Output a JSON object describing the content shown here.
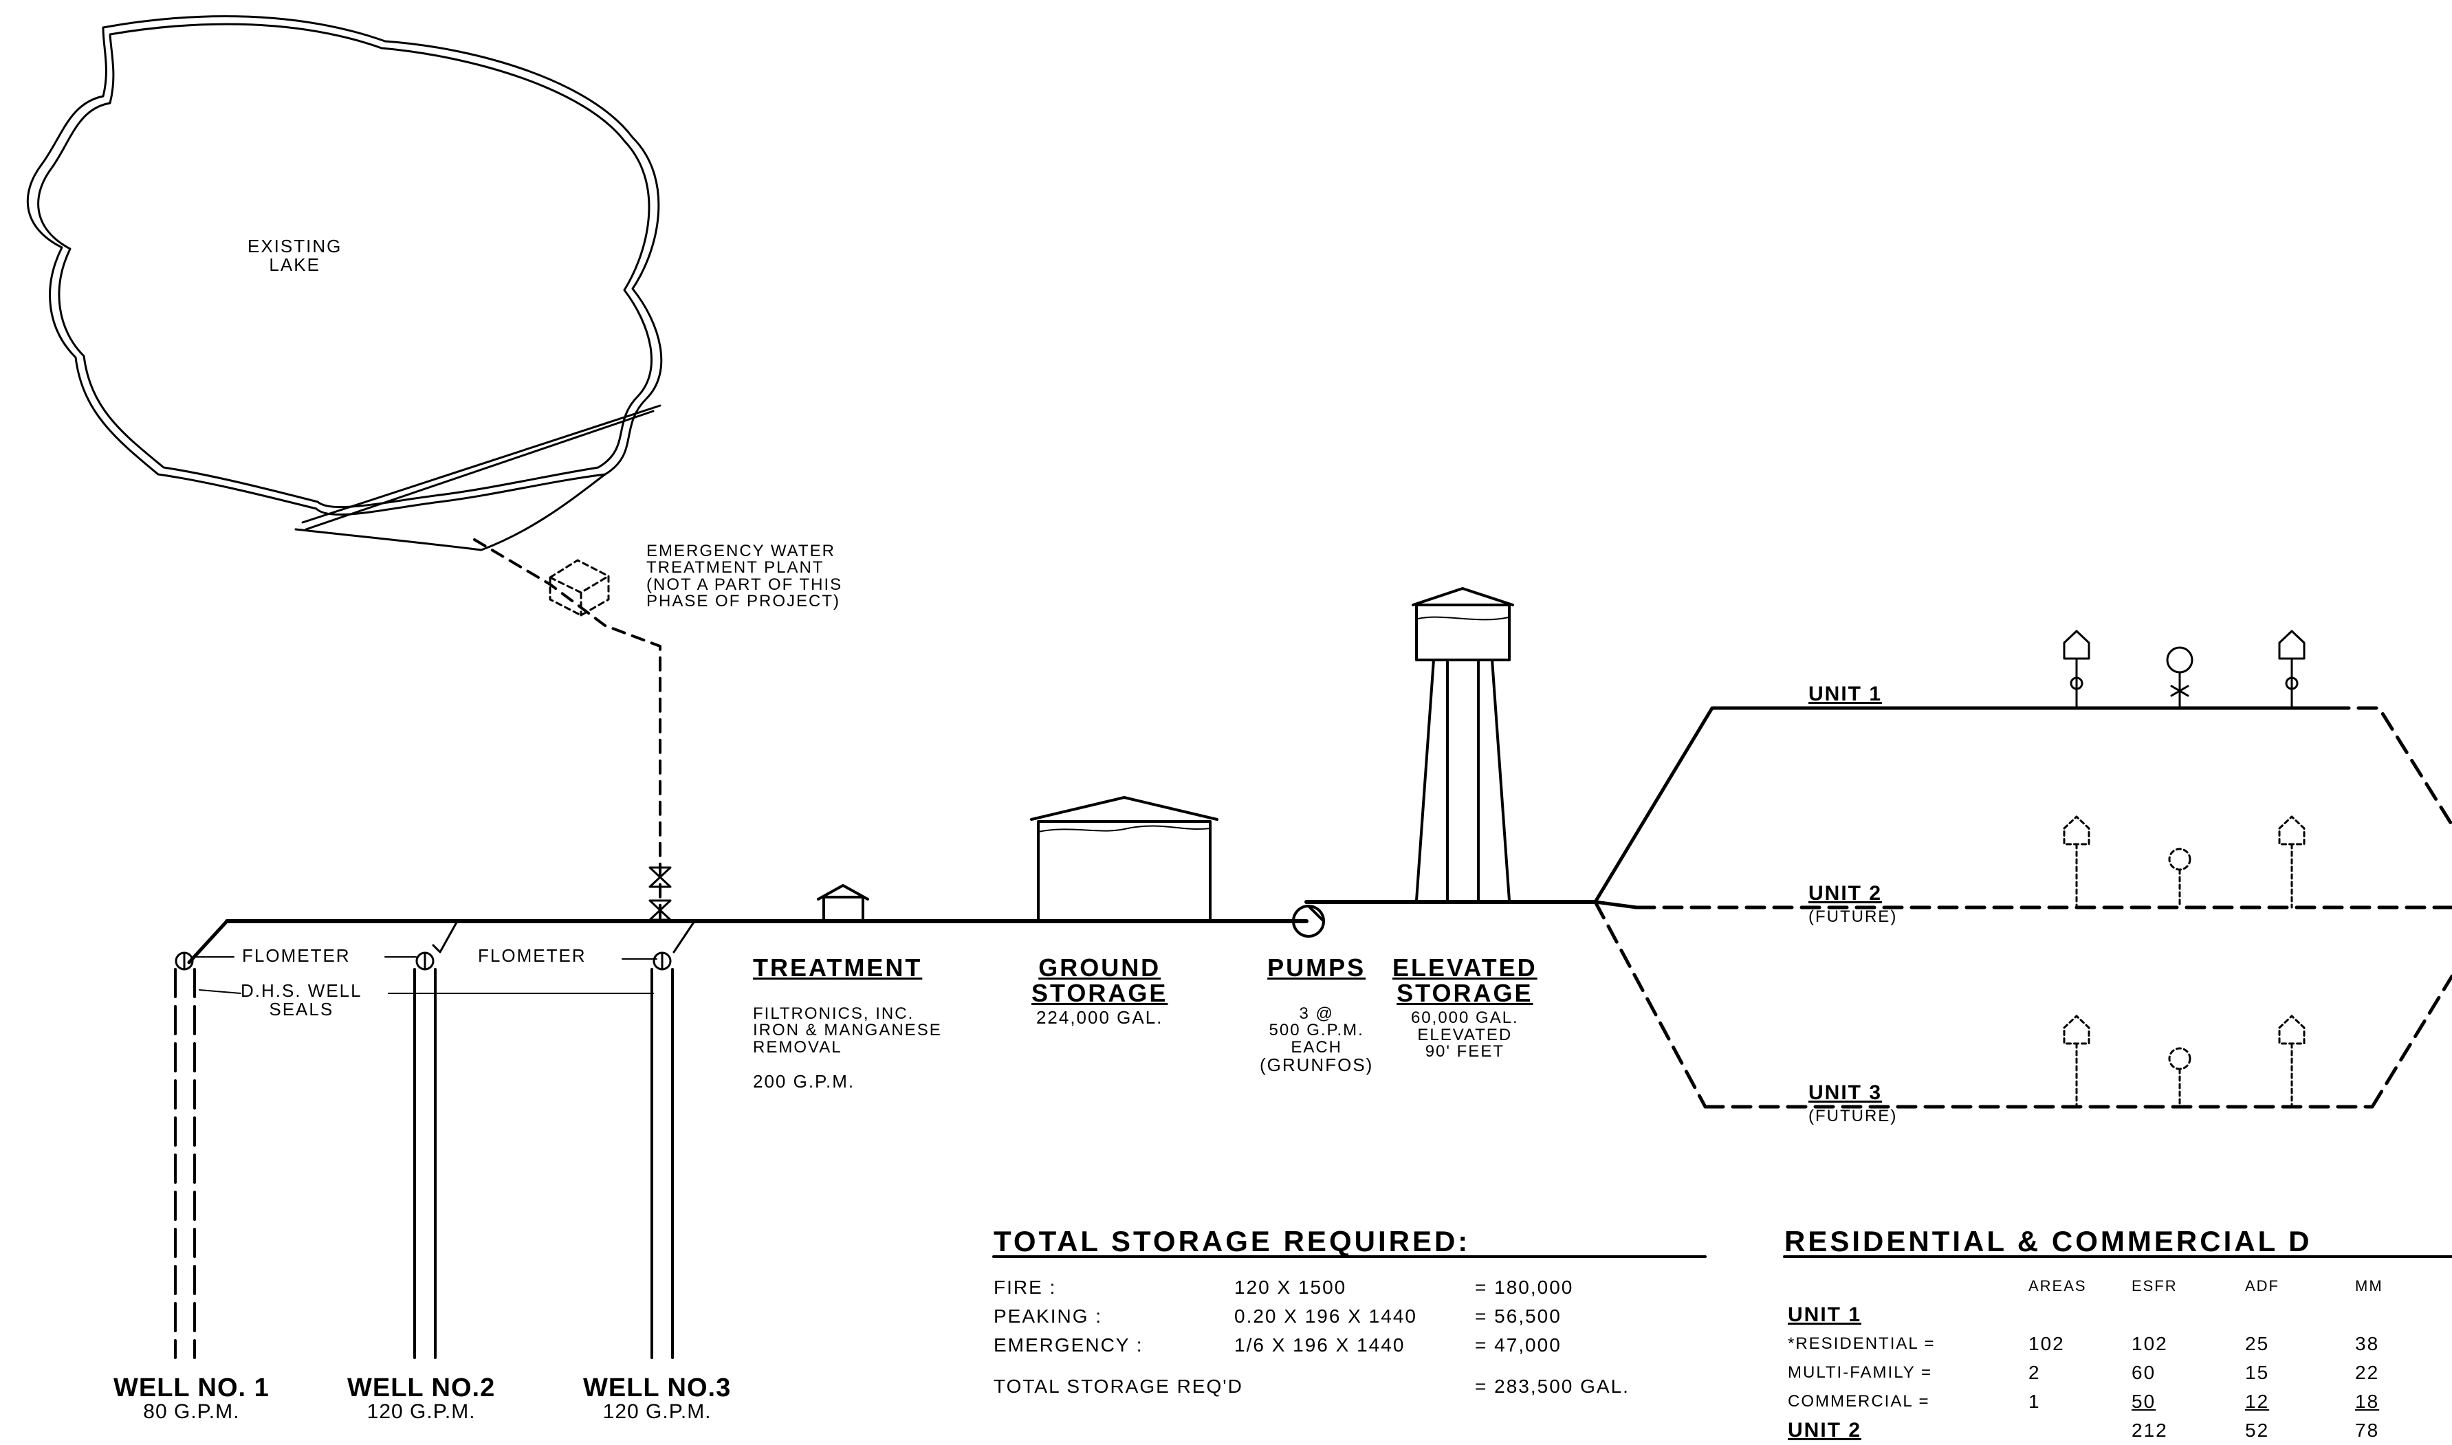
{
  "lake": {
    "label": [
      "EXISTING",
      "LAKE"
    ]
  },
  "emergency_plant": {
    "lines": [
      "EMERGENCY WATER",
      "TREATMENT PLANT",
      "(NOT A PART OF THIS",
      "PHASE OF PROJECT)"
    ]
  },
  "flometer_label": "FLOMETER",
  "dhs_seals": [
    "D.H.S. WELL",
    "SEALS"
  ],
  "wells": [
    {
      "name": "WELL NO. 1",
      "gpm": "80 G.P.M."
    },
    {
      "name": "WELL NO.2",
      "gpm": "120 G.P.M."
    },
    {
      "name": "WELL NO.3",
      "gpm": "120 G.P.M."
    }
  ],
  "treatment": {
    "title": "TREATMENT",
    "lines": [
      "FILTRONICS, INC.",
      "IRON & MANGANESE",
      "REMOVAL"
    ],
    "rate": "200 G.P.M."
  },
  "ground_storage": {
    "title": [
      "GROUND",
      "STORAGE"
    ],
    "capacity": "224,000 GAL."
  },
  "pumps": {
    "title": "PUMPS",
    "lines": [
      "3 @",
      "500 G.P.M.",
      "EACH",
      "(GRUNFOS)"
    ]
  },
  "elevated_storage": {
    "title": [
      "ELEVATED",
      "STORAGE"
    ],
    "lines": [
      "60,000 GAL.",
      "ELEVATED",
      "90' FEET"
    ]
  },
  "units": [
    {
      "name": "UNIT 1",
      "note": ""
    },
    {
      "name": "UNIT 2",
      "note": "(FUTURE)"
    },
    {
      "name": "UNIT 3",
      "note": "(FUTURE)"
    }
  ],
  "storage_table": {
    "title": "TOTAL STORAGE REQUIRED:",
    "rows": [
      {
        "label": "FIRE :",
        "calc": "120 x 1500",
        "value": "= 180,000"
      },
      {
        "label": "PEAKING :",
        "calc": "0.20 x 196 x 1440",
        "value": "= 56,500"
      },
      {
        "label": "EMERGENCY :",
        "calc": "1/6 x 196 x 1440",
        "value": "= 47,000"
      }
    ],
    "total_label": "TOTAL STORAGE REQ'D",
    "total_value": "= 283,500 GAL."
  },
  "res_table": {
    "title": "RESIDENTIAL & COMMERCIAL D",
    "headers": [
      "AREAS",
      "ESFR",
      "ADF",
      "MM"
    ],
    "unit_label": "UNIT 1",
    "rows": [
      {
        "label": "*RESIDENTIAL =",
        "areas": "102",
        "esfr": "102",
        "adf": "25",
        "mm": "38"
      },
      {
        "label": "MULTI-FAMILY =",
        "areas": "2",
        "esfr": "60",
        "adf": "15",
        "mm": "22"
      },
      {
        "label": "COMMERCIAL =",
        "areas": "1",
        "esfr": "50",
        "adf": "12",
        "mm": "18"
      }
    ],
    "totals": {
      "esfr": "212",
      "adf": "52",
      "mm": "78"
    },
    "next_unit": "UNIT 2"
  }
}
